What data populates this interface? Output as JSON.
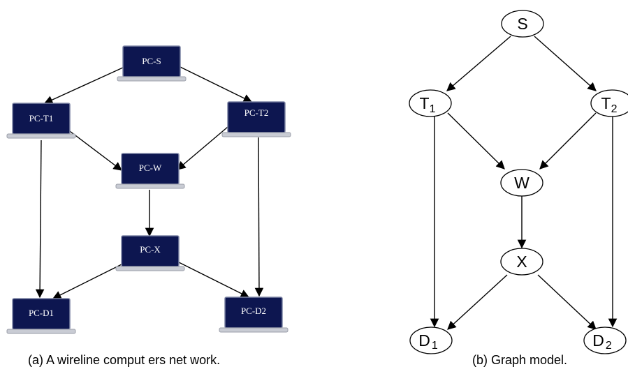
{
  "network": {
    "nodes": {
      "pcS": "PC-S",
      "pcT1": "PC-T1",
      "pcT2": "PC-T2",
      "pcW": "PC-W",
      "pcX": "PC-X",
      "pcD1": "PC-D1",
      "pcD2": "PC-D2"
    },
    "caption": "(a)  A  wireline  comput ers net work."
  },
  "graph": {
    "nodes": {
      "S": {
        "main": "S",
        "sub": ""
      },
      "T1": {
        "main": "T",
        "sub": "1"
      },
      "T2": {
        "main": "T",
        "sub": "2"
      },
      "W": {
        "main": "W",
        "sub": ""
      },
      "X": {
        "main": "X",
        "sub": ""
      },
      "D1": {
        "main": "D",
        "sub": "1"
      },
      "D2": {
        "main": "D",
        "sub": "2"
      }
    },
    "caption": "(b)  Graph  model."
  },
  "colors": {
    "laptop_screen": "#0d1650",
    "laptop_base": "#c9ccd4",
    "edge": "#000000"
  }
}
